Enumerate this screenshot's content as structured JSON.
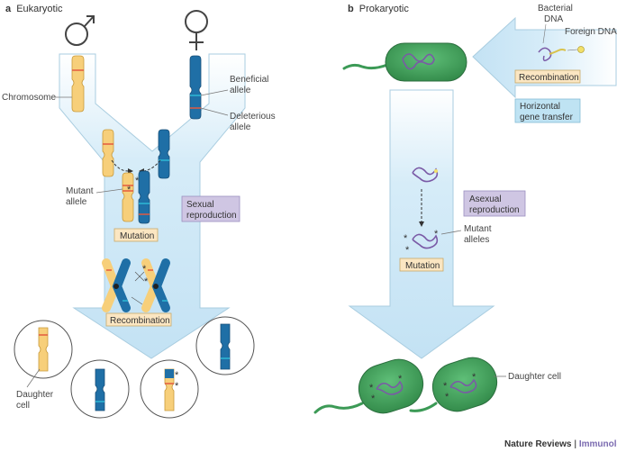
{
  "panel_a": {
    "letter": "a",
    "title": "Eukaryotic",
    "symbols": {
      "male": "♂",
      "female": "♀"
    },
    "labels": {
      "chromosome": "Chromosome",
      "beneficial_1": "Beneficial",
      "beneficial_2": "allele",
      "deleterious_1": "Deleterious",
      "deleterious_2": "allele",
      "mutant_1": "Mutant",
      "mutant_2": "allele",
      "daughter_1": "Daughter",
      "daughter_2": "cell"
    },
    "boxes": {
      "sexual_1": "Sexual",
      "sexual_2": "reproduction",
      "mutation": "Mutation",
      "recombination": "Recombination"
    }
  },
  "panel_b": {
    "letter": "b",
    "title": "Prokaryotic",
    "labels": {
      "bacterial_1": "Bacterial",
      "bacterial_2": "DNA",
      "foreign": "Foreign DNA",
      "mutant_1": "Mutant",
      "mutant_2": "alleles",
      "daughter": "Daughter cell"
    },
    "boxes": {
      "recombination": "Recombination",
      "hgt_1": "Horizontal",
      "hgt_2": "gene transfer",
      "asexual_1": "Asexual",
      "asexual_2": "reproduction",
      "mutation": "Mutation"
    }
  },
  "footer": {
    "journal": "Nature Reviews",
    "separator": " | ",
    "section": "Immunology"
  },
  "colors": {
    "arrow_fill": "#cde9f7",
    "arrow_stroke": "#9ec6dc",
    "chromosome_yellow": "#f7cf7a",
    "chromosome_blue": "#1f6fa6",
    "beneficial_band": "#2aa6c9",
    "deleterious_band": "#e25a40",
    "bacterium": "#3c9a56",
    "dna": "#7a5aa6",
    "foreign_dna": "#f2e06a",
    "box_beige": "#fbe6c2",
    "box_purple": "#cfc6e3",
    "box_blue": "#bfe3f3",
    "brand_purple": "#7b6bb0"
  }
}
